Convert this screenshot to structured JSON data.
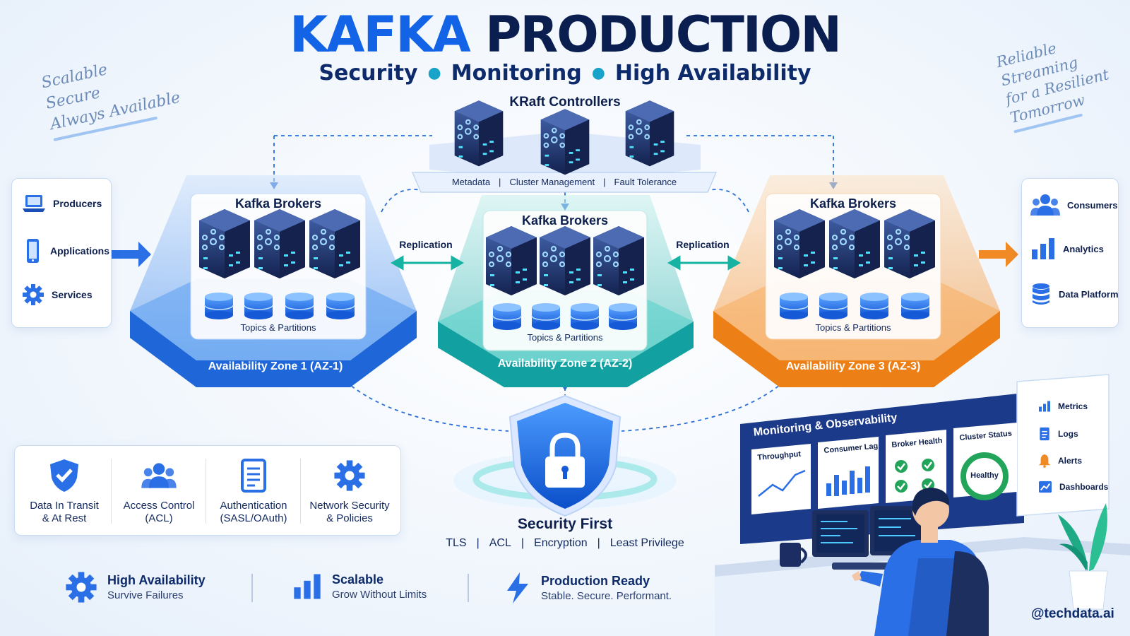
{
  "header": {
    "title_part1": "KAFKA",
    "title_part2": "PRODUCTION",
    "subtitle": [
      "Security",
      "Monitoring",
      "High Availability"
    ]
  },
  "notes": {
    "left": [
      "Scalable",
      "Secure",
      "Always Available"
    ],
    "right": [
      "Reliable",
      "Streaming",
      "for a Resilient",
      "Tomorrow"
    ]
  },
  "controllers": {
    "title": "KRaft Controllers",
    "bar_items": [
      "Metadata",
      "Cluster Management",
      "Fault Tolerance"
    ]
  },
  "left_panel": {
    "items": [
      {
        "label": "Producers",
        "icon": "laptop-icon"
      },
      {
        "label": "Applications",
        "icon": "phone-icon"
      },
      {
        "label": "Services",
        "icon": "gear-icon"
      }
    ]
  },
  "right_panel": {
    "items": [
      {
        "label": "Consumers",
        "icon": "users-icon"
      },
      {
        "label": "Analytics",
        "icon": "bar-chart-icon"
      },
      {
        "label": "Data Platform",
        "icon": "database-icon"
      }
    ]
  },
  "zones": [
    {
      "brokers_title": "Kafka Brokers",
      "partitions_label": "Topics & Partitions",
      "zone_label": "Availability Zone 1 (AZ-1)",
      "color": "#2f7fea"
    },
    {
      "brokers_title": "Kafka Brokers",
      "partitions_label": "Topics & Partitions",
      "zone_label": "Availability Zone 2 (AZ-2)",
      "color": "#18b3b0"
    },
    {
      "brokers_title": "Kafka Brokers",
      "partitions_label": "Topics & Partitions",
      "zone_label": "Availability Zone 3 (AZ-3)",
      "color": "#f08a25"
    }
  ],
  "replication_label": "Replication",
  "security": {
    "title": "Security First",
    "items": [
      "TLS",
      "ACL",
      "Encryption",
      "Least Privilege"
    ]
  },
  "features": [
    {
      "line1": "Data In Transit",
      "line2": "& At Rest",
      "icon": "shield-check-icon"
    },
    {
      "line1": "Access Control",
      "line2": "(ACL)",
      "icon": "users-icon"
    },
    {
      "line1": "Authentication",
      "line2": "(SASL/OAuth)",
      "icon": "document-icon"
    },
    {
      "line1": "Network Security",
      "line2": "& Policies",
      "icon": "gear-icon"
    }
  ],
  "bottom": [
    {
      "heading": "High Availability",
      "sub": "Survive Failures",
      "icon": "gear-icon"
    },
    {
      "heading": "Scalable",
      "sub": "Grow Without Limits",
      "icon": "bar-chart-icon"
    },
    {
      "heading": "Production Ready",
      "sub": "Stable. Secure. Performant.",
      "icon": "lightning-icon"
    }
  ],
  "monitoring": {
    "title": "Monitoring & Observability",
    "cards": [
      {
        "label": "Throughput"
      },
      {
        "label": "Consumer Lag"
      },
      {
        "label": "Broker Health"
      },
      {
        "label": "Cluster Status",
        "value": "Healthy"
      }
    ],
    "legend": [
      {
        "label": "Metrics",
        "icon": "bar-chart-icon"
      },
      {
        "label": "Logs",
        "icon": "document-icon"
      },
      {
        "label": "Alerts",
        "icon": "bell-icon"
      },
      {
        "label": "Dashboards",
        "icon": "chart-line-icon"
      }
    ]
  },
  "handle": "@techdata.ai",
  "colors": {
    "blue": "#1263e6",
    "navy": "#0a1e4f",
    "teal": "#18b3b0",
    "orange": "#f08a25",
    "green": "#22a55b"
  }
}
